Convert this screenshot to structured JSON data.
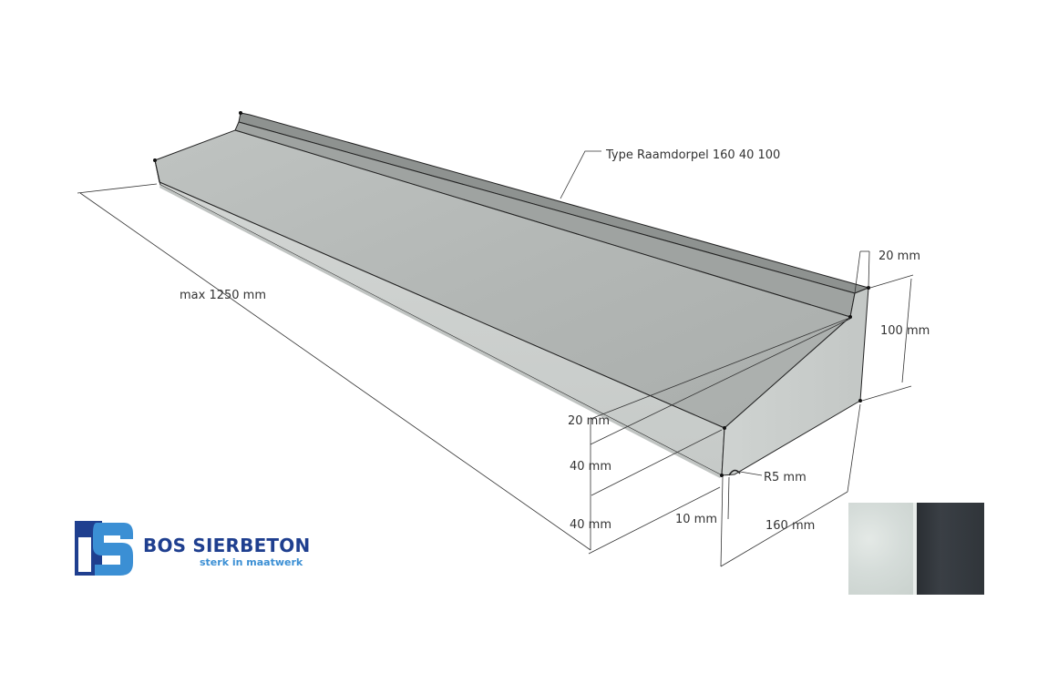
{
  "labels": {
    "type": "Type Raamdorpel 160 40 100",
    "length": "max 1250 mm",
    "dim_20_top": "20 mm",
    "dim_100": "100 mm",
    "dim_20_front": "20 mm",
    "dim_40_mid": "40 mm",
    "dim_40_low": "40 mm",
    "dim_r5": "R5 mm",
    "dim_10": "10 mm",
    "dim_160": "160 mm"
  },
  "brand": {
    "name": "BOS SIERBETON",
    "tagline": "sterk in maatwerk"
  },
  "colors": {
    "brand_blue": "#1f3f8f",
    "brand_light_blue": "#3b8fd4",
    "concrete_light": "#d2d8d5",
    "concrete_dark": "#30353a"
  }
}
